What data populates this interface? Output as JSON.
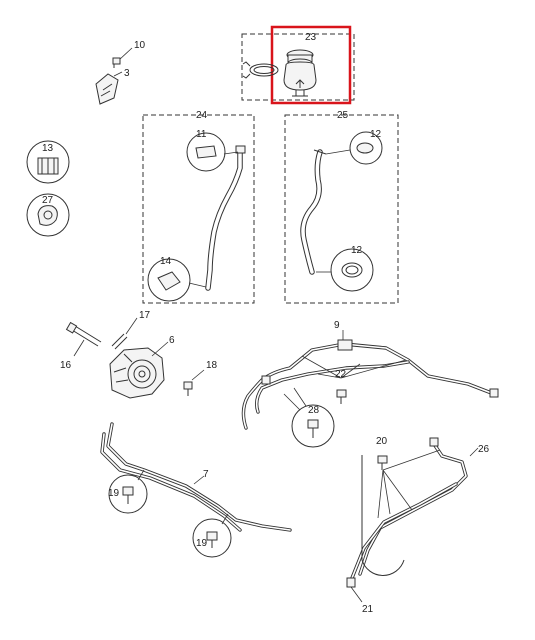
{
  "callouts": {
    "c10": "10",
    "c3": "3",
    "c23": "23",
    "c13": "13",
    "c27": "27",
    "c24": "24",
    "c25": "25",
    "c11": "11",
    "c12a": "12",
    "c12b": "12",
    "c14": "14",
    "c17": "17",
    "c6": "6",
    "c16": "16",
    "c18": "18",
    "c9": "9",
    "c22": "22",
    "c28": "28",
    "c20": "20",
    "c26": "26",
    "c7": "7",
    "c19a": "19",
    "c19b": "19",
    "c21": "21"
  },
  "highlight_color": "#d9141b",
  "line_color": "#333333"
}
